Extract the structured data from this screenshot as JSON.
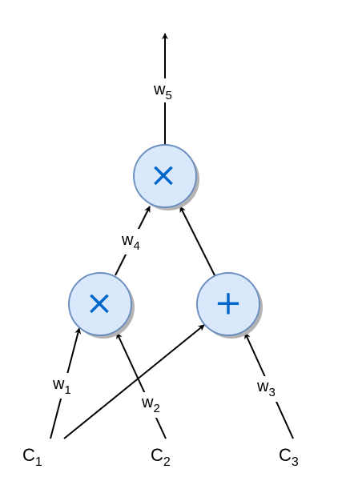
{
  "nodes": {
    "top": {
      "op": "×"
    },
    "left": {
      "op": "×"
    },
    "right": {
      "op": "+"
    }
  },
  "inputs": {
    "c1": {
      "base": "C",
      "sub": "1"
    },
    "c2": {
      "base": "C",
      "sub": "2"
    },
    "c3": {
      "base": "C",
      "sub": "3"
    }
  },
  "weights": {
    "w1": {
      "base": "w",
      "sub": "1"
    },
    "w2": {
      "base": "w",
      "sub": "2"
    },
    "w3": {
      "base": "w",
      "sub": "3"
    },
    "w4": {
      "base": "w",
      "sub": "4"
    },
    "w5": {
      "base": "w",
      "sub": "5"
    }
  },
  "colors": {
    "node_fill": "#dae8fc",
    "node_stroke": "#6c8ebf",
    "operator": "#0066cc",
    "edge": "#000000"
  }
}
